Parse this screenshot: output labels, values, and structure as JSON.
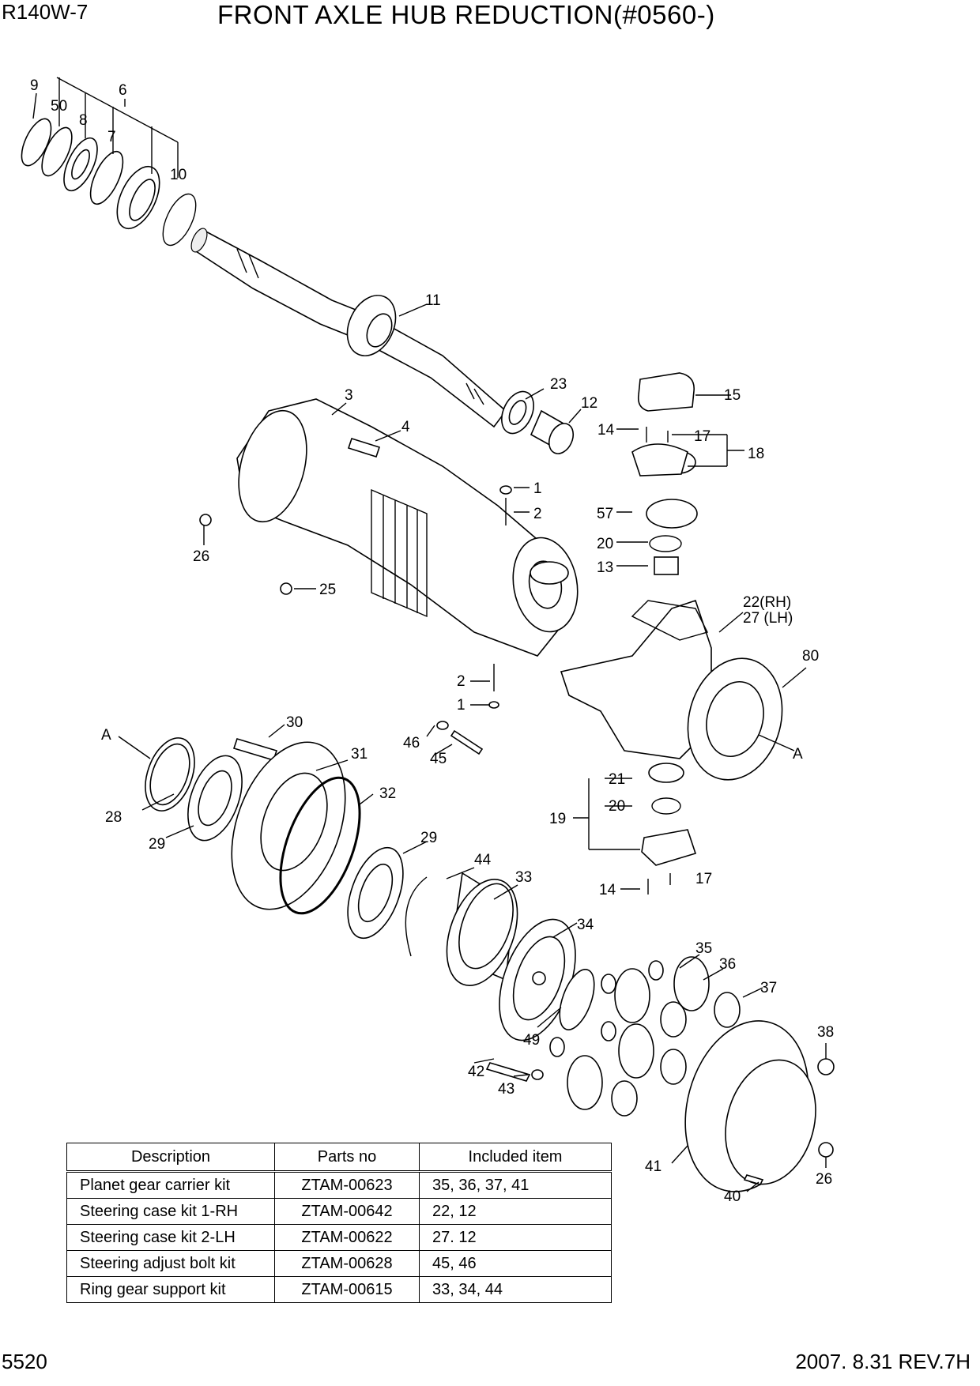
{
  "header": {
    "model": "R140W-7",
    "title": "FRONT AXLE HUB REDUCTION(#0560-)"
  },
  "footer": {
    "page_number": "5520",
    "revision": "2007.  8.31  REV.7H"
  },
  "callouts": {
    "c9": "9",
    "c50": "50",
    "c8": "8",
    "c6": "6",
    "c7": "7",
    "c10": "10",
    "c11": "11",
    "c23": "23",
    "c12": "12",
    "c15": "15",
    "c3": "3",
    "c4": "4",
    "c14a": "14",
    "c17a": "17",
    "c18": "18",
    "c1a": "1",
    "c2a": "2",
    "c57": "57",
    "c26a": "26",
    "c20a": "20",
    "c13": "13",
    "c25": "25",
    "c22": "22(RH)",
    "c27": "27 (LH)",
    "c80": "80",
    "c2b": "2",
    "c1b": "1",
    "c30": "30",
    "cA1": "A",
    "c31": "31",
    "c46": "46",
    "c45": "45",
    "cA2": "A",
    "c21": "21",
    "c20b": "20",
    "c19": "19",
    "c28": "28",
    "c32": "32",
    "c29a": "29",
    "c29b": "29",
    "c44": "44",
    "c33": "33",
    "c14b": "14",
    "c17b": "17",
    "c34": "34",
    "c35": "35",
    "c36": "36",
    "c37": "37",
    "c49": "49",
    "c38": "38",
    "c42": "42",
    "c43": "43",
    "c41": "41",
    "c26b": "26",
    "c40": "40"
  },
  "kit_table": {
    "headers": {
      "description": "Description",
      "parts_no": "Parts no",
      "included": "Included item"
    },
    "rows": [
      {
        "description": "Planet gear carrier kit",
        "parts_no": "ZTAM-00623",
        "included": "35, 36, 37, 41"
      },
      {
        "description": "Steering case kit 1-RH",
        "parts_no": "ZTAM-00642",
        "included": "22, 12"
      },
      {
        "description": "Steering case kit 2-LH",
        "parts_no": "ZTAM-00622",
        "included": "27. 12"
      },
      {
        "description": "Steering adjust bolt kit",
        "parts_no": "ZTAM-00628",
        "included": "45, 46"
      },
      {
        "description": "Ring gear support kit",
        "parts_no": "ZTAM-00615",
        "included": "33, 34, 44"
      }
    ]
  }
}
